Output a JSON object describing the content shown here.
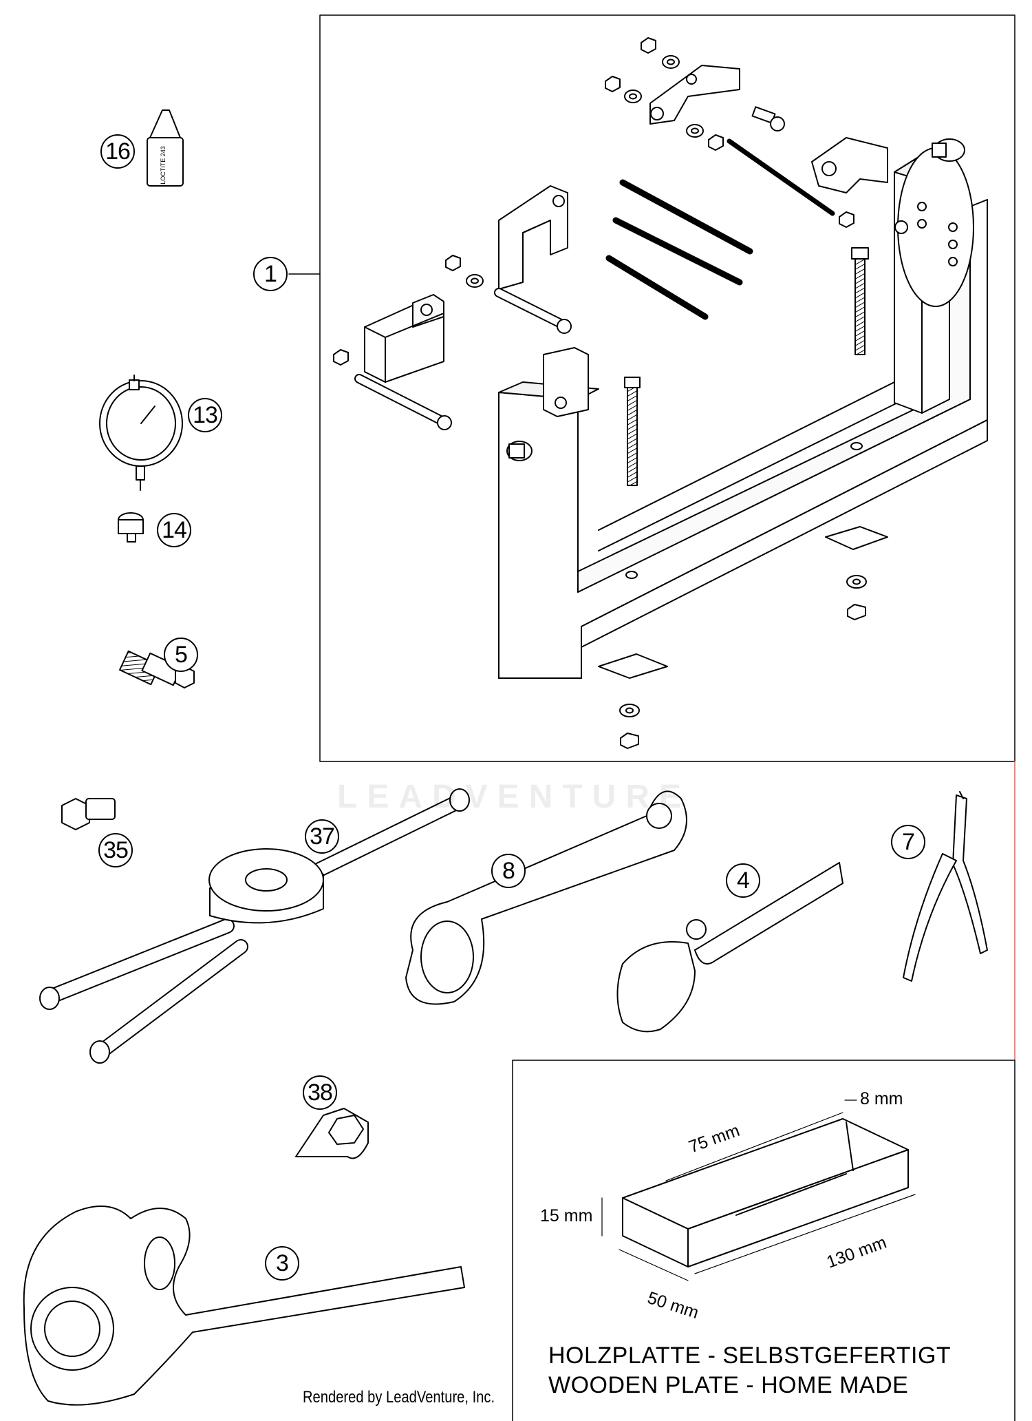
{
  "callouts": [
    {
      "id": "1",
      "label": "1"
    },
    {
      "id": "3",
      "label": "3"
    },
    {
      "id": "4",
      "label": "4"
    },
    {
      "id": "5",
      "label": "5"
    },
    {
      "id": "7",
      "label": "7"
    },
    {
      "id": "8",
      "label": "8"
    },
    {
      "id": "13",
      "label": "13"
    },
    {
      "id": "14",
      "label": "14"
    },
    {
      "id": "16",
      "label": "16"
    },
    {
      "id": "35",
      "label": "35"
    },
    {
      "id": "37",
      "label": "37"
    },
    {
      "id": "38",
      "label": "38"
    }
  ],
  "wooden_plate": {
    "dim_8": "8 mm",
    "dim_75": "75 mm",
    "dim_15": "15 mm",
    "dim_130": "130 mm",
    "dim_50": "50 mm",
    "caption_de": "HOLZPLATTE - SELBSTGEFERTIGT",
    "caption_en": "WOODEN PLATE - HOME MADE"
  },
  "loctite_label": "LOCTITE 243",
  "watermark": "LEADVENTURE",
  "credit": "Rendered by LeadVenture, Inc."
}
